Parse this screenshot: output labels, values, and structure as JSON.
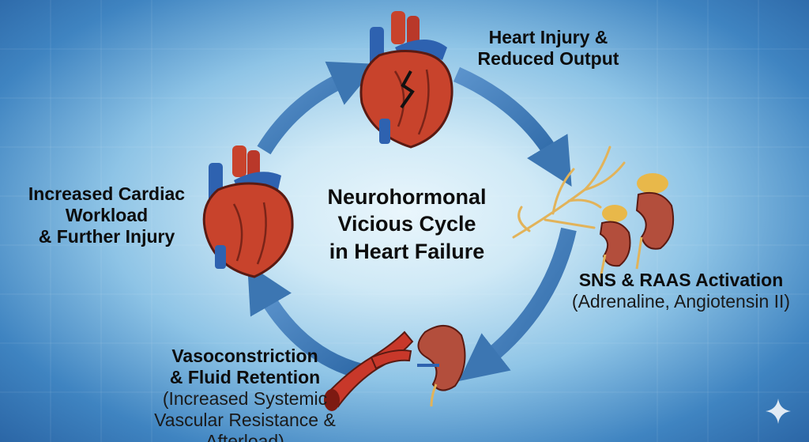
{
  "diagram": {
    "center_title": [
      "Neurohormonal",
      "Vicious Cycle",
      "in Heart Failure"
    ],
    "stages": {
      "heart_injury": {
        "title": [
          "Heart Injury &",
          "Reduced Output"
        ]
      },
      "sns_raas": {
        "title": [
          "SNS & RAAS Activation"
        ],
        "subtitle": [
          "(Adrenaline, Angiotensin II)"
        ]
      },
      "vasoconstriction": {
        "title": [
          "Vasoconstriction",
          "& Fluid Retention"
        ],
        "subtitle": [
          "(Increased Systemic",
          "Vascular Resistance & Afterload)"
        ]
      },
      "cardiac_workload": {
        "title": [
          "Increased Cardiac",
          "Workload",
          "& Further Injury"
        ]
      }
    }
  },
  "icons": {
    "heart_top": "injured-heart-icon",
    "heart_left": "heart-icon",
    "nerves": "nerve-fibers-icon",
    "kidneys_adrenal": "kidneys-adrenal-glands-icon",
    "blood_vessel": "constricted-artery-icon",
    "kidney": "kidney-icon",
    "watermark": "sparkle-icon"
  },
  "colors": {
    "background_center": "#eaf6fc",
    "background_edge": "#2b66a6",
    "arrow": "#3c76b2",
    "heart": "#c8432c",
    "vessel_blue": "#2e62b0",
    "kidney": "#b34e3c",
    "adrenal": "#e8b84a",
    "nerve": "#e2b35a"
  }
}
